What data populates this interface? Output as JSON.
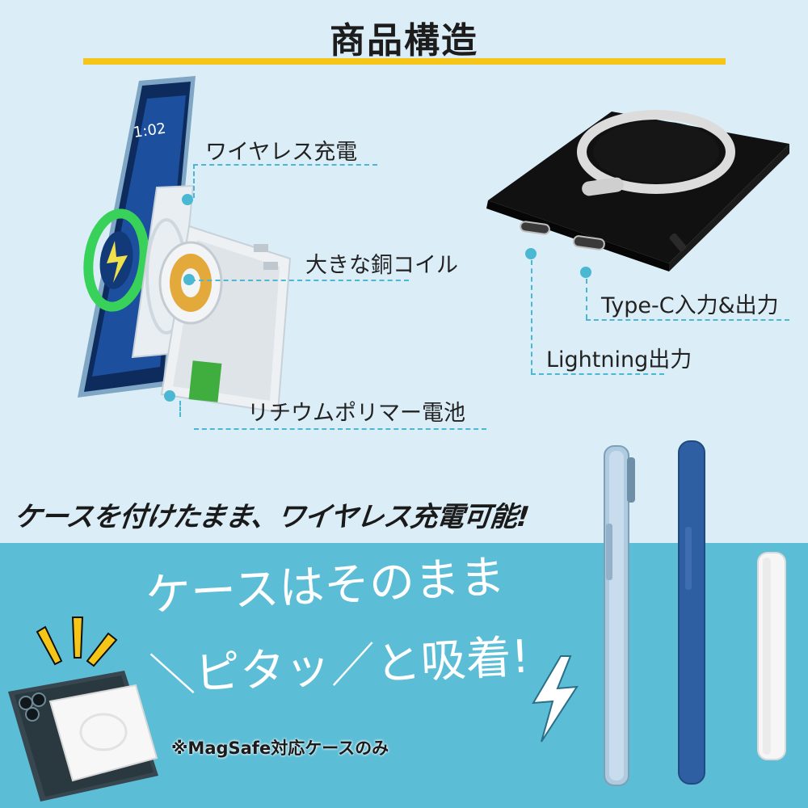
{
  "header": {
    "title": "商品構造"
  },
  "callouts": {
    "wireless": "ワイヤレス充電",
    "coil": "大きな銅コイル",
    "battery": "リチウムポリマー電池",
    "typec": "Type-C入力&出力",
    "lightning": "Lightning出力"
  },
  "headline": "ケースを付けたまま、ワイヤレス充電可能!",
  "band": {
    "line1": "ケースはそのまま",
    "line2": "＼ピタッ／と吸着!",
    "note": "※MagSafe対応ケースのみ"
  },
  "phone_screen": {
    "time": "1:02"
  },
  "colors": {
    "accent_yellow": "#f5c518",
    "callout_blue": "#4ab8d2",
    "band_blue": "#5bbdd6",
    "background": "#dbeef8"
  }
}
